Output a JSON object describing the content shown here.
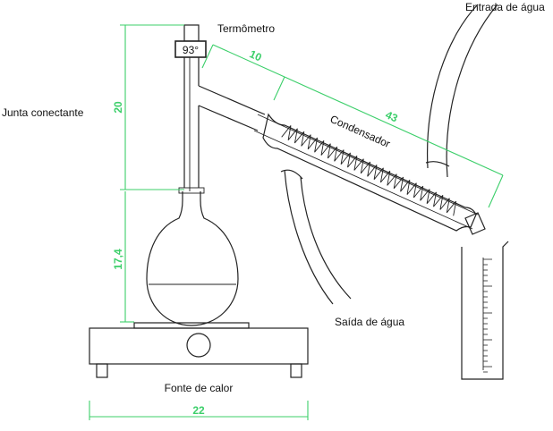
{
  "labels": {
    "thermometer": "Termômetro",
    "thermometer_reading": "93°",
    "water_inlet": "Entrada de água",
    "joint": "Junta conectante",
    "condenser": "Condensador",
    "water_outlet": "Saída de água",
    "heat_source": "Fonte de calor"
  },
  "dimensions": {
    "column_height": "20",
    "flask_height": "17,4",
    "side_arm": "10",
    "condenser_length": "43",
    "base_width": "22"
  },
  "colors": {
    "dimension": "#3ccf6a",
    "outline": "#222222"
  }
}
